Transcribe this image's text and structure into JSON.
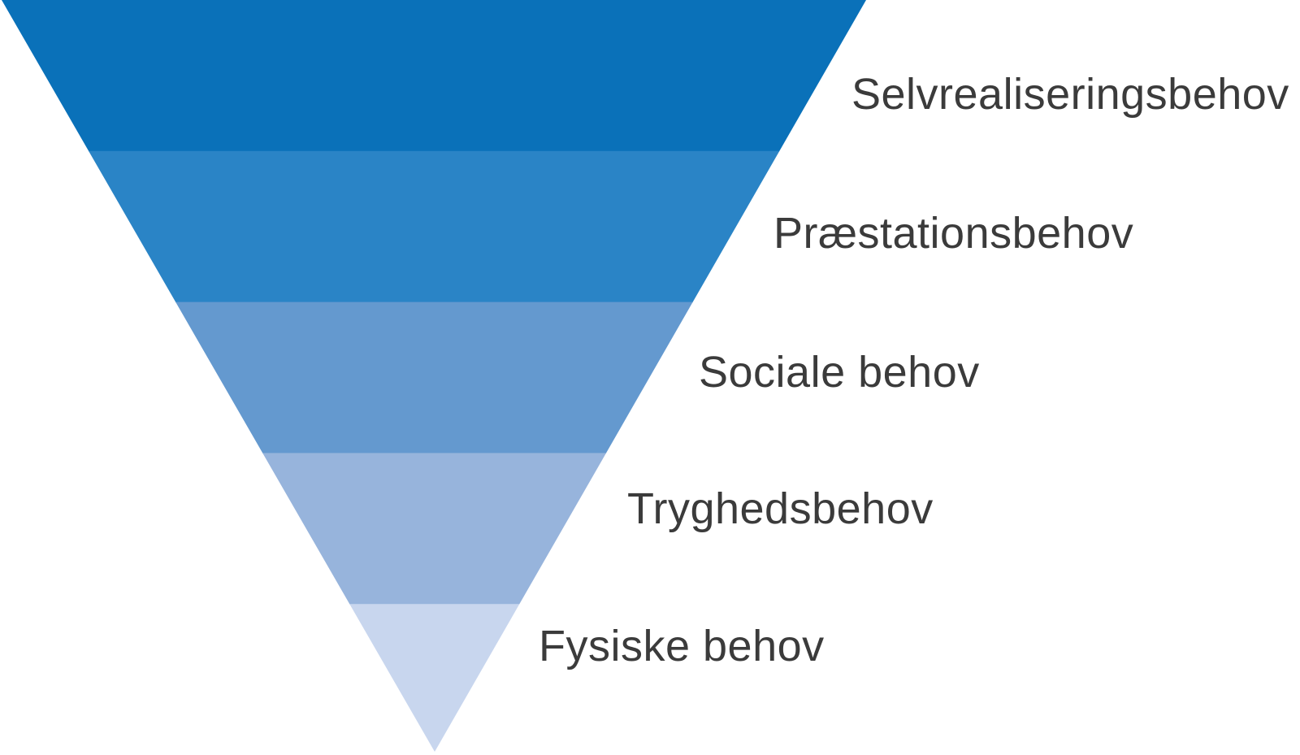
{
  "diagram": {
    "kind": "inverted-pyramid",
    "background": "#ffffff",
    "text_color": "#3b3b3b",
    "levels": [
      {
        "label": "Selvrealiseringsbehov",
        "color": "#0a71b9"
      },
      {
        "label": "Præstationsbehov",
        "color": "#2a84c6"
      },
      {
        "label": "Sociale behov",
        "color": "#6499cf"
      },
      {
        "label": "Tryghedsbehov",
        "color": "#97b4dc"
      },
      {
        "label": "Fysiske behov",
        "color": "#c8d6ee"
      }
    ]
  }
}
